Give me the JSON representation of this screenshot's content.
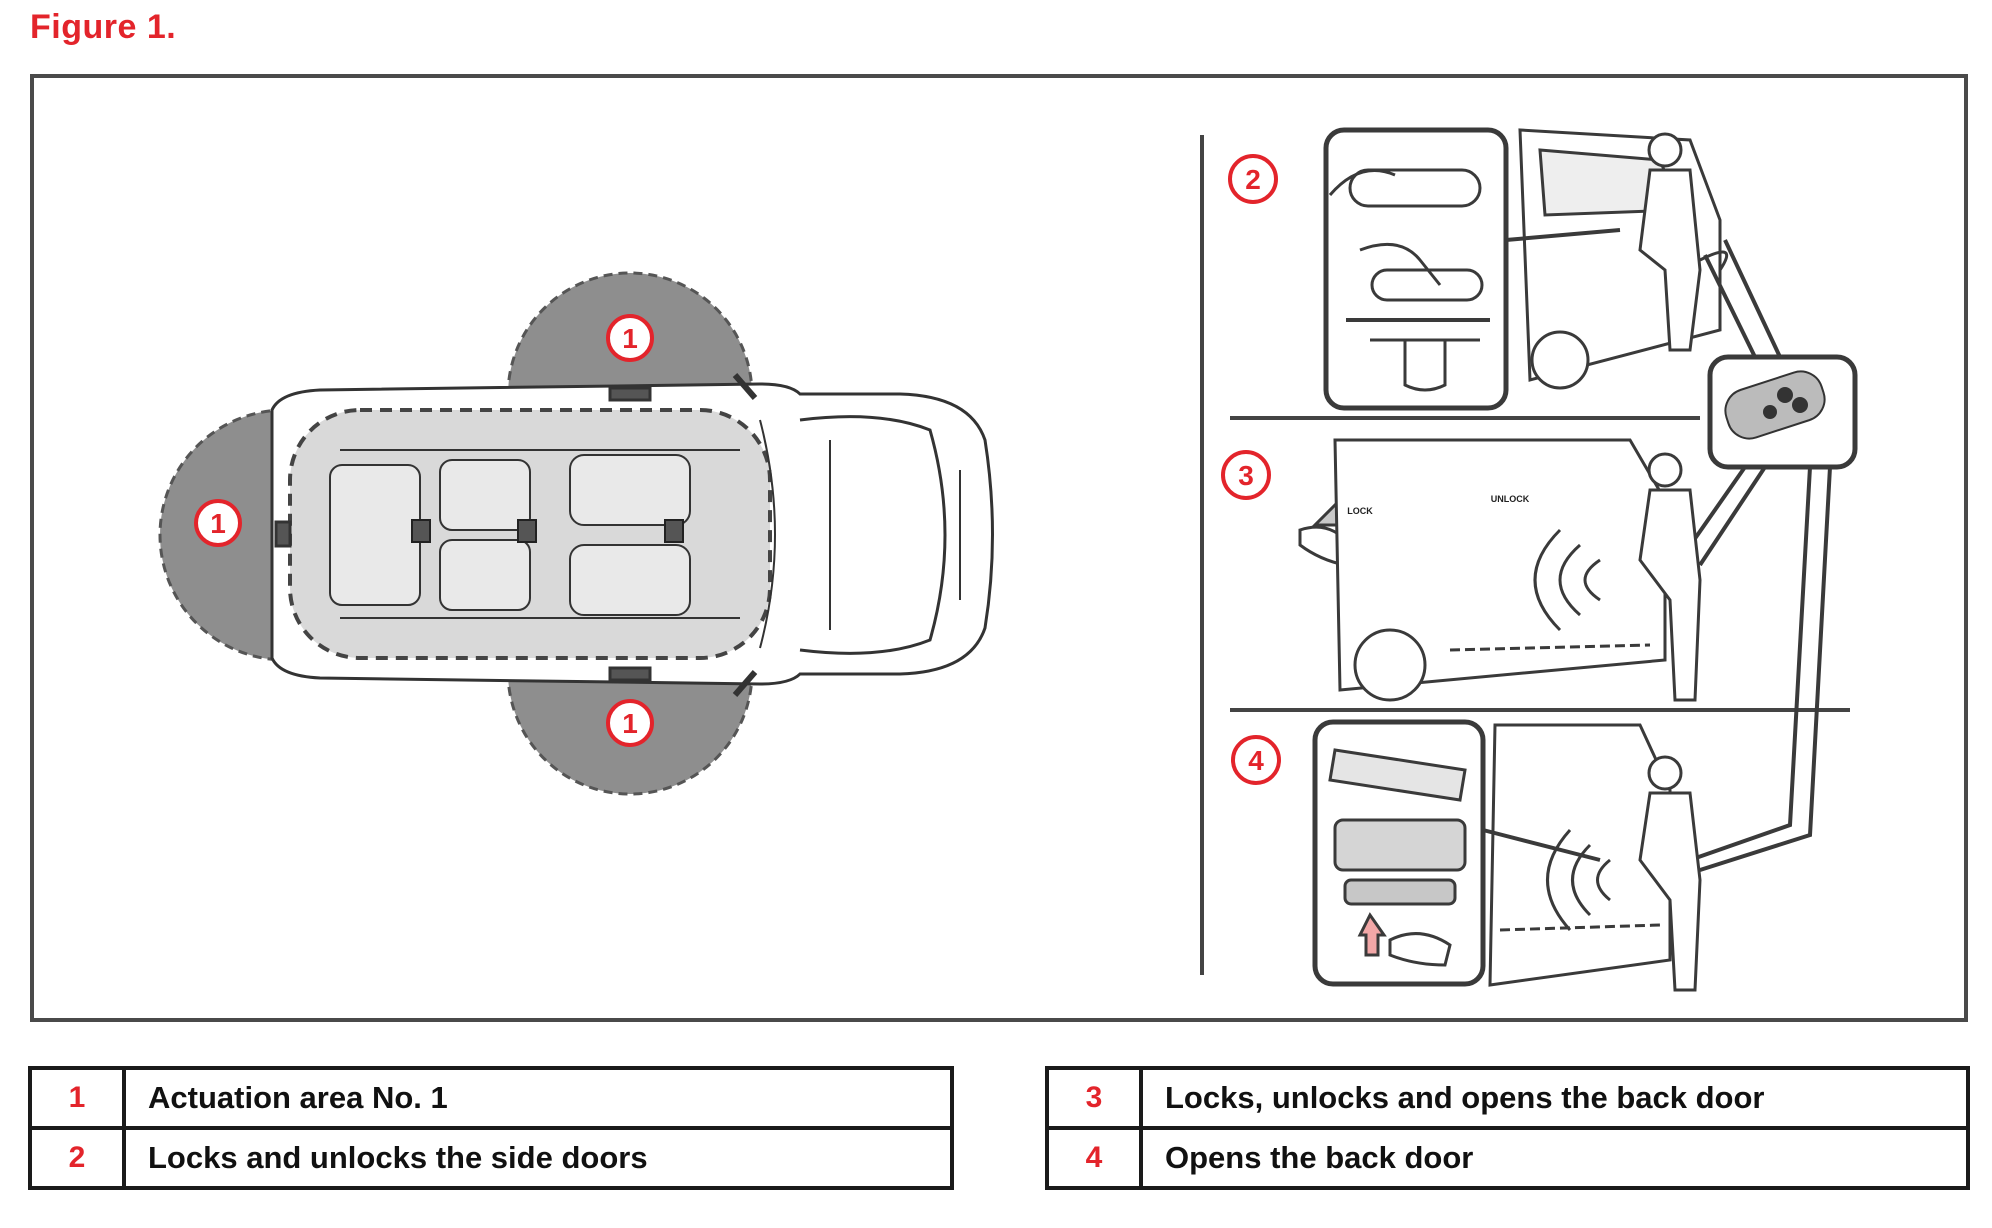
{
  "figure": {
    "title": "Figure 1."
  },
  "markers": {
    "area_marker": "1",
    "scene_2": "2",
    "scene_3": "3",
    "scene_4": "4"
  },
  "switch_labels": {
    "lock": "LOCK",
    "unlock": "UNLOCK"
  },
  "legend": {
    "left": [
      {
        "num": "1",
        "text": "Actuation area No. 1"
      },
      {
        "num": "2",
        "text": "Locks and unlocks the side doors"
      }
    ],
    "right": [
      {
        "num": "3",
        "text": "Locks, unlocks and opens the back door"
      },
      {
        "num": "4",
        "text": "Opens the back door"
      }
    ]
  },
  "colors": {
    "accent_red": "#e3242b",
    "actuation_area": "#8e8e8e",
    "frame": "#4a4a4a",
    "line_art": "#3a3a3a",
    "arrow_pink": "#f2a7a7"
  },
  "icons": [
    "smart-key-fob-icon",
    "lock-switch-icon",
    "unlock-switch-icon",
    "door-handle-icon",
    "hand-icon",
    "signal-wave-icon"
  ]
}
